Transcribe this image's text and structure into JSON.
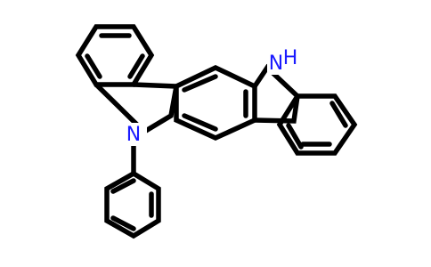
{
  "molecule": {
    "atom_labels": {
      "nh": "H",
      "nh_n": "N",
      "nph": "N"
    },
    "colors": {
      "bond": "#000000",
      "heteroatom": "#1a1aff"
    }
  }
}
